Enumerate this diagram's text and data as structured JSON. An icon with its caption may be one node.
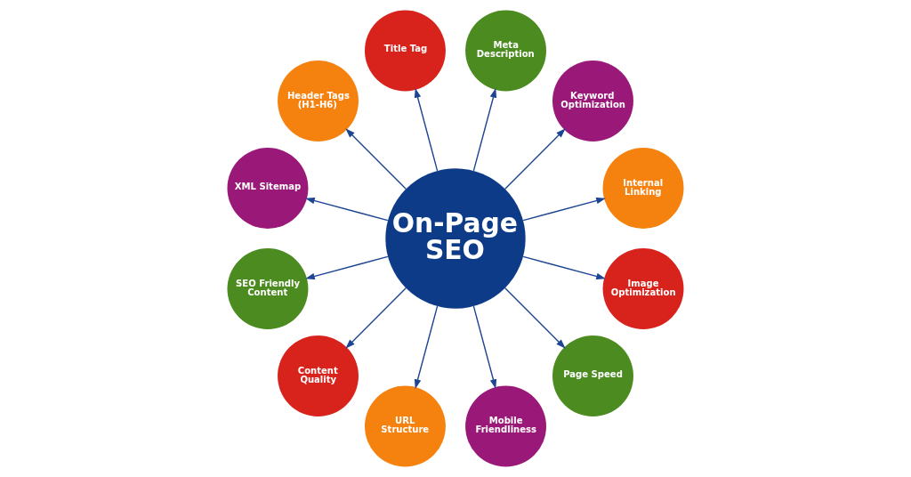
{
  "diagram": {
    "nodes": [
      {
        "text": [
          "On-Page SEO"
        ]
      },
      {
        "text": [
          "Title Tag"
        ]
      },
      {
        "text": [
          "Meta Description"
        ]
      },
      {
        "text": [
          "Keyword Optimization"
        ]
      },
      {
        "text": [
          "Internal Linking"
        ]
      },
      {
        "text": [
          "Image Optimization"
        ]
      },
      {
        "text": [
          "Page Speed"
        ]
      },
      {
        "text": [
          "Mobile Friendliness"
        ]
      },
      {
        "text": [
          "URL Structure"
        ]
      },
      {
        "text": [
          "Content Quality"
        ]
      },
      {
        "text": [
          "SEO Friendly Content"
        ]
      },
      {
        "text": [
          "XML Sitemap"
        ]
      },
      {
        "text": [
          "Header Tags (H1-H6)"
        ]
      }
    ],
    "edges": [
      {
        "from": 0,
        "to": 1,
        "arrow": "to"
      },
      {
        "from": 0,
        "to": 2,
        "arrow": "to"
      },
      {
        "from": 0,
        "to": 3,
        "arrow": "to"
      },
      {
        "from": 0,
        "to": 4,
        "arrow": "to"
      },
      {
        "from": 0,
        "to": 5,
        "arrow": "to"
      },
      {
        "from": 0,
        "to": 6,
        "arrow": "to"
      },
      {
        "from": 0,
        "to": 7,
        "arrow": "to"
      },
      {
        "from": 0,
        "to": 8,
        "arrow": "to"
      },
      {
        "from": 0,
        "to": 9,
        "arrow": "to"
      },
      {
        "from": 0,
        "to": 10,
        "arrow": "to"
      },
      {
        "from": 0,
        "to": 11,
        "arrow": "to"
      },
      {
        "from": 0,
        "to": 12,
        "arrow": "to"
      }
    ]
  }
}
